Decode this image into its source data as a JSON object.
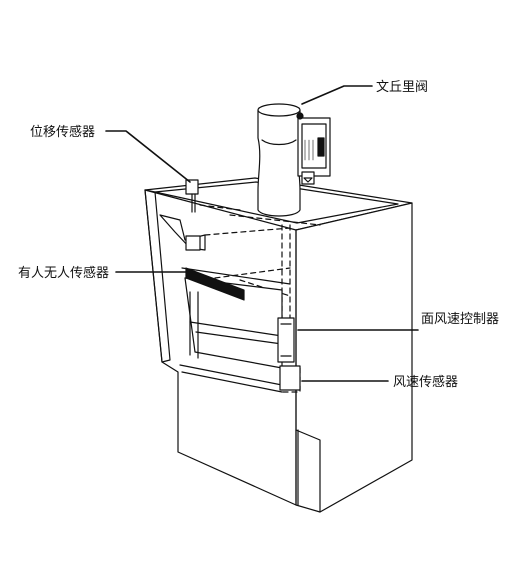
{
  "labels": {
    "venturi_valve": "文丘里阀",
    "displacement_sensor": "位移传感器",
    "presence_sensor": "有人无人传感器",
    "face_velocity_controller": "面风速控制器",
    "airflow_sensor": "风速传感器"
  },
  "colors": {
    "line": "#111111",
    "background": "#ffffff"
  }
}
